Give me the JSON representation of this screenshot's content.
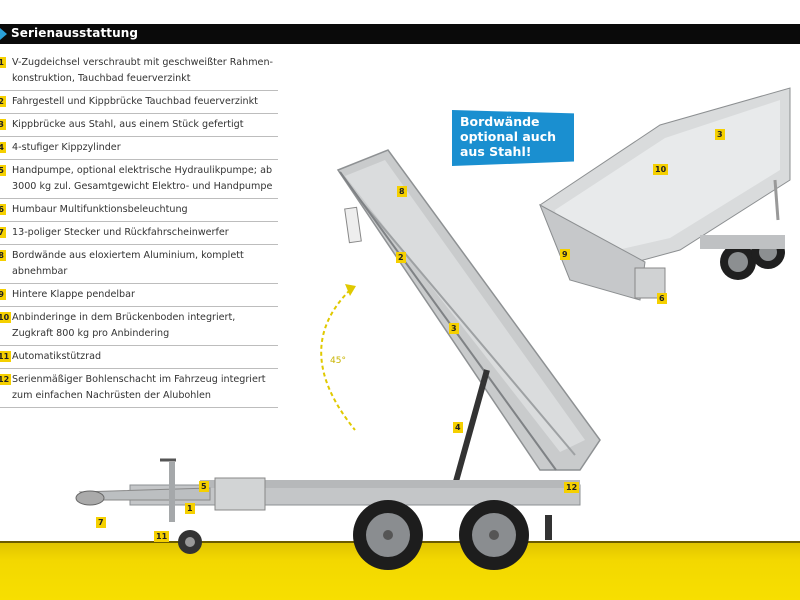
{
  "header": {
    "title": "Serienausstattung",
    "accent_color": "#2aa0d8"
  },
  "features": [
    {
      "num": "1",
      "text": "V-Zugdeichsel verschraubt mit geschweißter Rahmen-konstruktion, Tauchbad feuerverzinkt"
    },
    {
      "num": "2",
      "text": "Fahrgestell und Kippbrücke Tauchbad feuerverzinkt"
    },
    {
      "num": "3",
      "text": "Kippbrücke aus Stahl, aus einem Stück gefertigt"
    },
    {
      "num": "4",
      "text": "4-stufiger Kippzylinder"
    },
    {
      "num": "5",
      "text": "Handpumpe, optional elektrische Hydraulikpumpe; ab 3000 kg zul. Gesamtgewicht Elektro- und Handpumpe"
    },
    {
      "num": "6",
      "text": "Humbaur Multifunktionsbeleuchtung"
    },
    {
      "num": "7",
      "text": "13-poliger Stecker und Rückfahrscheinwerfer"
    },
    {
      "num": "8",
      "text": "Bordwände aus eloxiertem Aluminium, komplett abnehmbar"
    },
    {
      "num": "9",
      "text": "Hintere Klappe pendelbar"
    },
    {
      "num": "10",
      "text": "Anbinderinge in dem Brückenboden integriert, Zugkraft 800 kg pro Anbindering"
    },
    {
      "num": "11",
      "text": "Automatikstützrad"
    },
    {
      "num": "12",
      "text": "Serienmäßiger Bohlenschacht im Fahrzeug integriert zum einfachen Nachrüsten der Alubohlen"
    }
  ],
  "callout": {
    "line1": "Bordwände",
    "line2": "optional auch",
    "line3": "aus Stahl!",
    "color": "#1a8fd0"
  },
  "diagram": {
    "angle_label": "45°",
    "main_labels": [
      "8",
      "2",
      "3",
      "4",
      "5",
      "1",
      "7",
      "11",
      "12"
    ],
    "inset_labels": [
      "3",
      "10",
      "9",
      "6"
    ]
  },
  "colors": {
    "ground": "#f3d800",
    "label_bg": "#f5d000"
  }
}
